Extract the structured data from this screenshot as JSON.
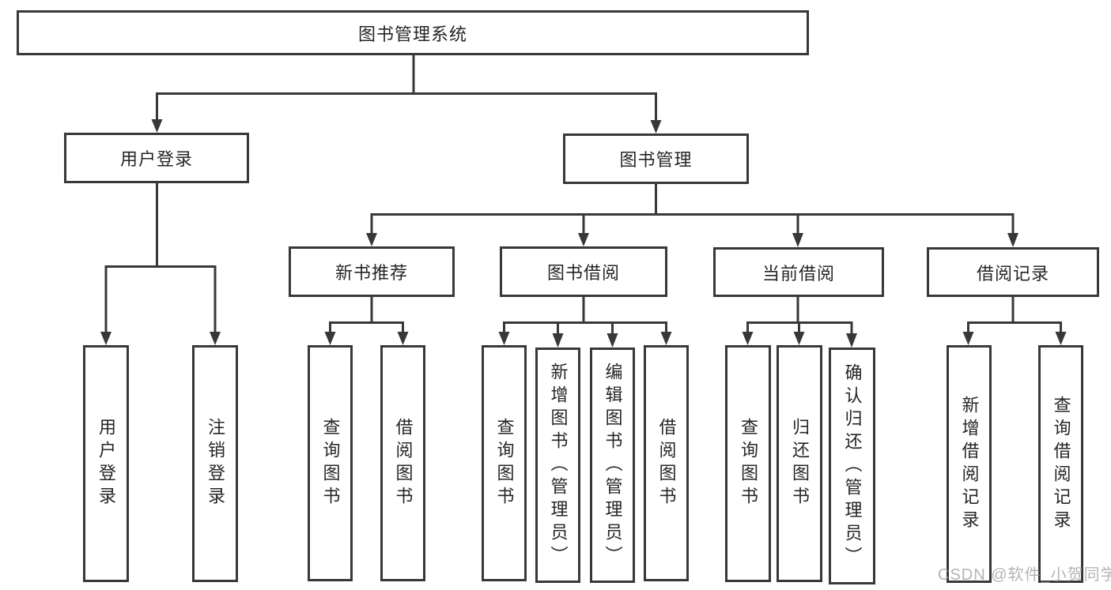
{
  "tree": {
    "root": {
      "label": "图书管理系统"
    },
    "user_login": {
      "label": "用户登录",
      "children": [
        {
          "label": "用户登录"
        },
        {
          "label": "注销登录"
        }
      ]
    },
    "book_management": {
      "label": "图书管理",
      "groups": [
        {
          "label": "新书推荐",
          "children": [
            {
              "label": "查询图书"
            },
            {
              "label": "借阅图书"
            }
          ]
        },
        {
          "label": "图书借阅",
          "children": [
            {
              "label": "查询图书"
            },
            {
              "label": "新增图书（管理员）"
            },
            {
              "label": "编辑图书（管理员）"
            },
            {
              "label": "借阅图书"
            }
          ]
        },
        {
          "label": "当前借阅",
          "children": [
            {
              "label": "查询图书"
            },
            {
              "label": "归还图书"
            },
            {
              "label": "确认归还（管理员）"
            }
          ]
        },
        {
          "label": "借阅记录",
          "children": [
            {
              "label": "新增借阅记录"
            },
            {
              "label": "查询借阅记录"
            }
          ]
        }
      ]
    }
  },
  "watermark": {
    "text": "CSDN @软件_小贺同学"
  },
  "colors": {
    "line": "#383838",
    "text": "#262626",
    "box_background": "#ffffff",
    "page_background": "#ffffff",
    "watermark": "#9c9c9c"
  }
}
